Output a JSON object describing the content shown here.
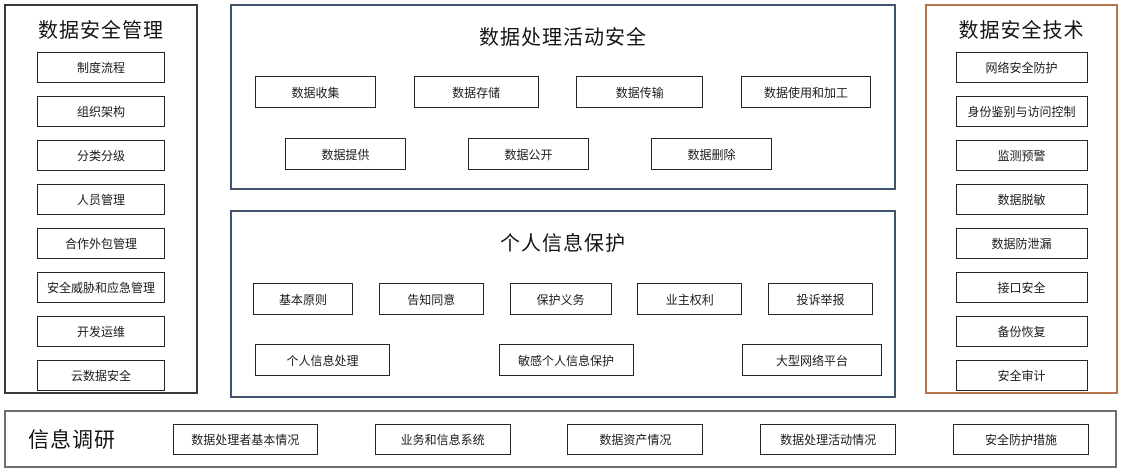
{
  "colors": {
    "management_border": "#3a3a3a",
    "processing_border": "#3f546b",
    "personal_border": "#3f546b",
    "technology_border": "#b5744c",
    "research_border": "#6f6f6f",
    "item_box_border": "#262626"
  },
  "management": {
    "title": "数据安全管理",
    "items": [
      "制度流程",
      "组织架构",
      "分类分级",
      "人员管理",
      "合作外包管理",
      "安全威胁和应急管理",
      "开发运维",
      "云数据安全"
    ]
  },
  "processing": {
    "title": "数据处理活动安全",
    "row1": [
      "数据收集",
      "数据存储",
      "数据传输",
      "数据使用和加工"
    ],
    "row2": [
      "数据提供",
      "数据公开",
      "数据删除"
    ]
  },
  "personal": {
    "title": "个人信息保护",
    "row1": [
      "基本原则",
      "告知同意",
      "保护义务",
      "业主权利",
      "投诉举报"
    ],
    "row2": [
      "个人信息处理",
      "敏感个人信息保护",
      "大型网络平台"
    ]
  },
  "technology": {
    "title": "数据安全技术",
    "items": [
      "网络安全防护",
      "身份鉴别与访问控制",
      "监测预警",
      "数据脱敏",
      "数据防泄漏",
      "接口安全",
      "备份恢复",
      "安全审计"
    ]
  },
  "research": {
    "title": "信息调研",
    "items": [
      "数据处理者基本情况",
      "业务和信息系统",
      "数据资产情况",
      "数据处理活动情况",
      "安全防护措施"
    ]
  }
}
